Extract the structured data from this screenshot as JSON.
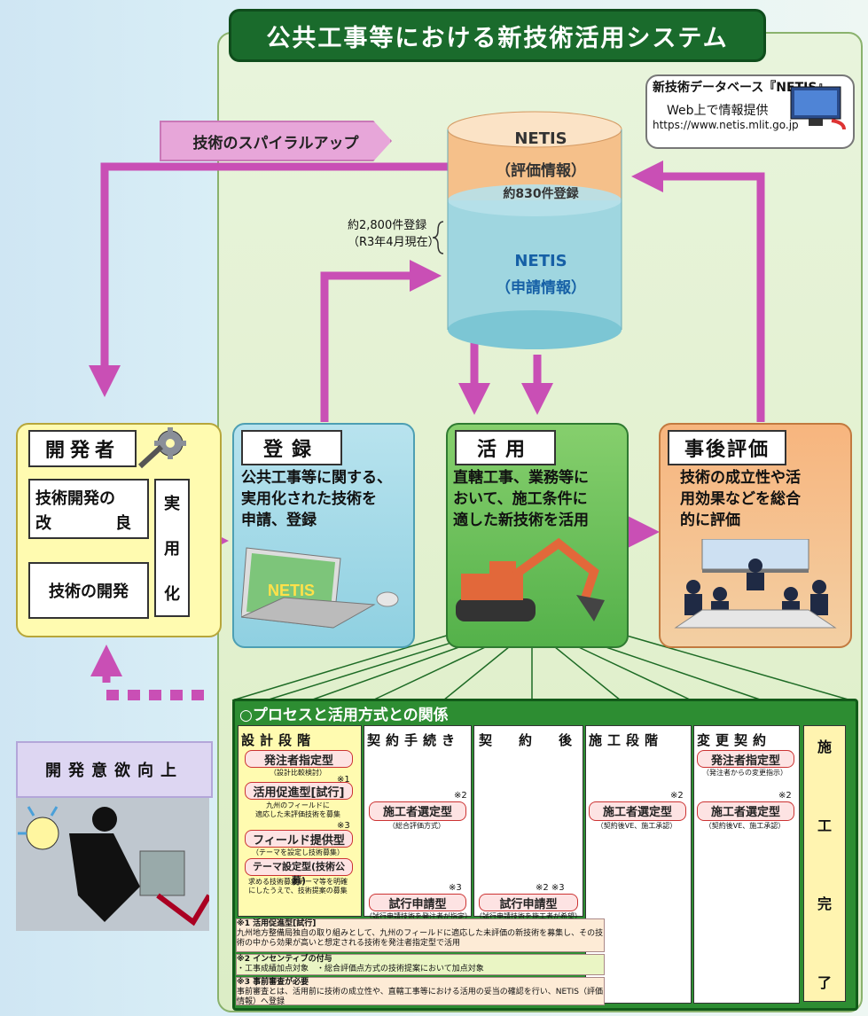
{
  "title": "公共工事等における新技術活用システム",
  "spiral": "技術のスパイラルアップ",
  "db_bubble": {
    "title": "新技術データベース『NETIS』",
    "line1": "Web上で情報提供",
    "url": "https://www.netis.mlit.go.jp"
  },
  "cylinder": {
    "top_label": "NETIS",
    "eval_label": "（評価情報）",
    "eval_count": "約830件登録",
    "bottom_label": "NETIS",
    "apply_label": "（申請情報）",
    "reg_count": "約2,800件登録",
    "reg_date": "（R3年4月現在）"
  },
  "developer": {
    "title": "開発者",
    "improve_line1": "技術開発の",
    "improve_line2a": "改",
    "improve_line2b": "良",
    "develop": "技術の開発",
    "practical": [
      "実",
      "用",
      "化"
    ]
  },
  "register": {
    "title": "登録",
    "body": [
      "公共工事等に関する、",
      "実用化された技術を",
      "申請、登録"
    ],
    "screen_text": "NETIS"
  },
  "utilize": {
    "title": "活用",
    "body": [
      "直轄工事、業務等に",
      "おいて、施工条件に",
      "適した新技術を活用"
    ]
  },
  "evaluation": {
    "title": "事後評価",
    "body": [
      "技術の成立性や活",
      "用効果などを総合",
      "的に評価"
    ]
  },
  "motivation": "開発意欲向上",
  "process": {
    "title": "○プロセスと活用方式との関係",
    "columns": [
      "設計段階",
      "契約手続き",
      "契約後",
      "施工段階",
      "変更契約"
    ],
    "end": [
      "施",
      "工",
      "完",
      "了"
    ],
    "design": [
      {
        "label": "発注者指定型",
        "sub": "（設計比較検討）",
        "mark": ""
      },
      {
        "label": "活用促進型[試行]",
        "sub": "九州のフィールドに\n適応した未評価技術を募集",
        "mark": "※1"
      },
      {
        "label": "フィールド提供型",
        "sub": "（テーマを設定し技術募集）",
        "mark": "※3"
      },
      {
        "label": "テーマ設定型(技術公募)",
        "sub": "求める技術募集テーマ等を明確\nにしたうえで、技術提案の募集",
        "mark": ""
      }
    ],
    "contract": {
      "select_label": "施工者選定型",
      "select_sub": "（総合評価方式）",
      "select_mark": "※2",
      "trial_label": "試行申請型",
      "trial_sub": "（試行申請技術を発注者が指定）",
      "trial_mark": "※3"
    },
    "after": {
      "trial_label": "試行申請型",
      "trial_sub": "（試行申請技術を施工者が希望）",
      "trial_mark": "※2 ※3"
    },
    "construction": {
      "label": "施工者選定型",
      "sub": "（契約後VE、施工承認）",
      "mark": "※2"
    },
    "change": {
      "owner_label": "発注者指定型",
      "owner_sub": "（発注者からの変更指示）",
      "select_label": "施工者選定型",
      "select_sub": "（契約後VE、施工承認）",
      "select_mark": "※2"
    },
    "notes": [
      {
        "head": "※1 活用促進型[試行]",
        "body": "九州地方整備局独自の取り組みとして、九州のフィールドに適応した未評価の新技術を募集し、その技術の中から効果が高いと想定される技術を発注者指定型で活用"
      },
      {
        "head": "※2 インセンティブの付与",
        "body": "・工事成績加点対象　・総合評価点方式の技術提案において加点対象"
      },
      {
        "head": "※3 事前審査が必要",
        "body": "事前審査とは、活用前に技術の成立性や、直轄工事等における活用の妥当の確認を行い、NETIS（評価情報）へ登録"
      }
    ]
  },
  "colors": {
    "title_bg": "#1a6b2c",
    "arrow": "#c94fb5",
    "register_bg": "#9fd7e6",
    "utilize_bg": "#5cb84f",
    "evaluation_bg": "#f5b27a",
    "developer_bg": "#fffbb0"
  }
}
